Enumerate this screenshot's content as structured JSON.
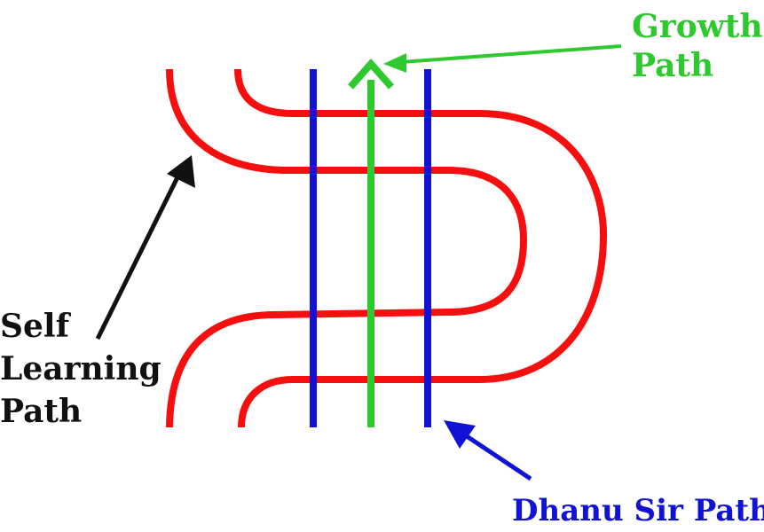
{
  "colors": {
    "red": "#f50f0f",
    "blue": "#1212d6",
    "green": "#2ec92e",
    "black": "#111111"
  },
  "labels": {
    "growth_line1": "Growth",
    "growth_line2": "Path",
    "self_line1": "Self",
    "self_line2": "Learning",
    "self_line3": "Path",
    "dhanu": "Dhanu Sir Path"
  }
}
